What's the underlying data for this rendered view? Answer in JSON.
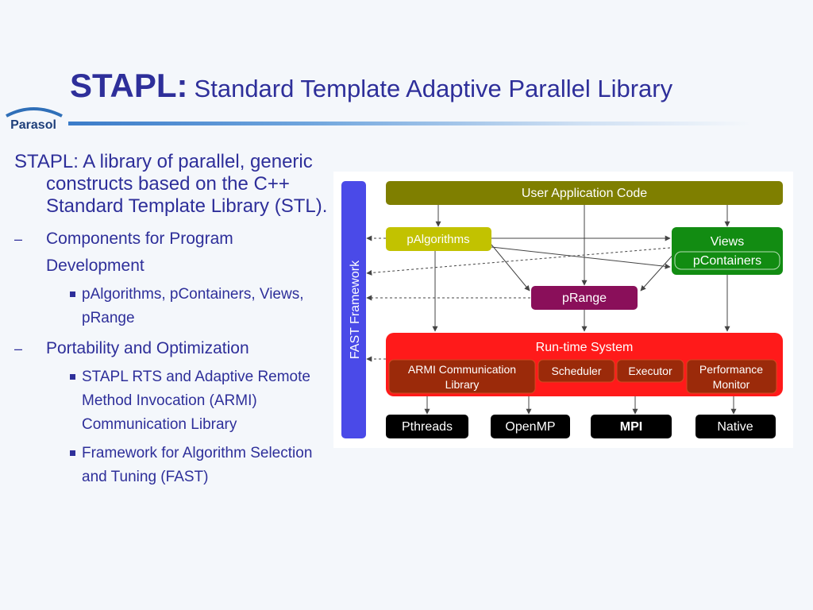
{
  "slide": {
    "title_bold": "STAPL:",
    "title_rest": "Standard Template Adaptive Parallel Library",
    "logo_text": "Parasol"
  },
  "bullets": {
    "main": "STAPL: A library of parallel, generic constructs based on the C++ Standard Template Library (STL).",
    "dash_marker": "–",
    "sub1": "Components for Program Development",
    "sub1_item": "pAlgorithms, pContainers, Views, pRange",
    "sub2": "Portability and Optimization",
    "sub2_item1": "STAPL RTS and Adaptive Remote Method Invocation (ARMI) Communication Library",
    "sub2_item2": "Framework for Algorithm Selection and Tuning (FAST)"
  },
  "diagram": {
    "fast": "FAST Framework",
    "user_app": "User Application Code",
    "palgorithms": "pAlgorithms",
    "views": "Views",
    "pcontainers": "pContainers",
    "prange": "pRange",
    "runtime": "Run-time System",
    "armi_line1": "ARMI Communication",
    "armi_line2": "Library",
    "scheduler": "Scheduler",
    "executor": "Executor",
    "perf_line1": "Performance",
    "perf_line2": "Monitor",
    "pthreads": "Pthreads",
    "openmp": "OpenMP",
    "mpi": "MPI",
    "native": "Native",
    "colors": {
      "fast": "#4a4ae8",
      "user_app": "#7f7f00",
      "palgorithms": "#c2c200",
      "views": "#128c12",
      "prange": "#8a0f5a",
      "runtime": "#ff1a1a",
      "runtime_inner": "#9b2a0a",
      "platform": "#000000"
    }
  }
}
